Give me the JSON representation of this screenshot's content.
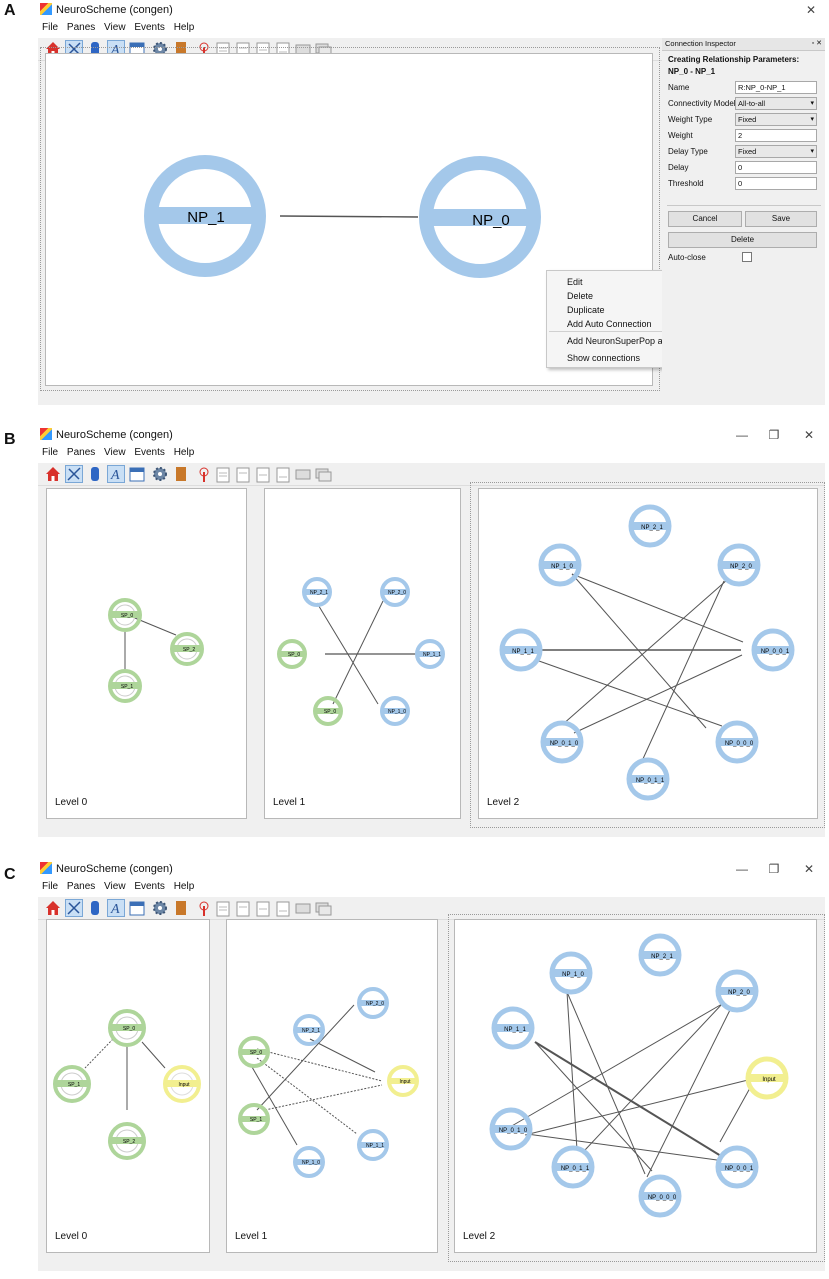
{
  "panel_letters": {
    "a": "A",
    "b": "B",
    "c": "C"
  },
  "window": {
    "title": "NeuroScheme (congen)",
    "controls": {
      "minimize": "—",
      "restore": "❐",
      "close": "✕"
    },
    "menu": [
      "File",
      "Panes",
      "View",
      "Events",
      "Help"
    ],
    "toolbar_icons": [
      "home-icon",
      "connect-icon",
      "neuron-icon",
      "text-icon",
      "calendar-icon",
      "settings-gear-icon",
      "book-icon",
      "antenna-icon",
      "clipboard-icon",
      "clipboard-check-icon",
      "clipboard-list-icon",
      "clipboard-copy-icon",
      "image-icon",
      "image-stack-icon"
    ]
  },
  "colors": {
    "np": "#a4c8ea",
    "sp": "#aed59a",
    "input": "#f2ef90",
    "edge": "#555555"
  },
  "panelA": {
    "nodes": {
      "np1": "NP_1",
      "np0": "NP_0"
    },
    "inspector": {
      "header": "Connection Inspector",
      "dock_icons": "▫ ✕",
      "title": "Creating Relationship Parameters:",
      "subtitle": "NP_0 - NP_1",
      "fields": [
        {
          "label": "Name",
          "value": "R:NP_0-NP_1",
          "type": "text"
        },
        {
          "label": "Connectivity Model",
          "value": "All-to-all",
          "type": "select"
        },
        {
          "label": "Weight Type",
          "value": "Fixed",
          "type": "select"
        },
        {
          "label": "Weight",
          "value": "2",
          "type": "text"
        },
        {
          "label": "Delay Type",
          "value": "Fixed",
          "type": "select"
        },
        {
          "label": "Delay",
          "value": "0",
          "type": "text"
        },
        {
          "label": "Threshold",
          "value": "0",
          "type": "text"
        }
      ],
      "cancel": "Cancel",
      "save": "Save",
      "delete": "Delete",
      "autoclose": "Auto-close",
      "autoclose_checked": false
    },
    "context_menu": [
      "Edit",
      "Delete",
      "Duplicate",
      "Add Auto Connection",
      "Add NeuronSuperPop as parent",
      "Show connections"
    ]
  },
  "panelB": {
    "levels": [
      "Level 0",
      "Level 1",
      "Level 2"
    ],
    "pane0": [
      "SP_0",
      "SP_2",
      "SP_1"
    ],
    "pane1": [
      "NP_2_1",
      "NP_2_0",
      "SP_0",
      "NP_1_1",
      "SP_0",
      "NP_1_0"
    ],
    "pane2": [
      "NP_2_1",
      "NP_1_0",
      "NP_2_0",
      "NP_1_1",
      "NP_0_0_1",
      "NP_0_1_0",
      "NP_0_0_0",
      "NP_0_1_1"
    ]
  },
  "panelC": {
    "levels": [
      "Level 0",
      "Level 1",
      "Level 2"
    ],
    "pane0": [
      "SP_0",
      "SP_1",
      "Input",
      "SP_2"
    ],
    "pane1": [
      "NP_2_1",
      "NP_2_0",
      "SP_0",
      "Input",
      "SP_1",
      "NP_1_0",
      "NP_1_1"
    ],
    "pane2": [
      "NP_1_0",
      "NP_2_1",
      "NP_2_0",
      "NP_1_1",
      "Input",
      "NP_0_1_0",
      "NP_0_0_1",
      "NP_0_1_1",
      "NP_0_0_0"
    ]
  }
}
